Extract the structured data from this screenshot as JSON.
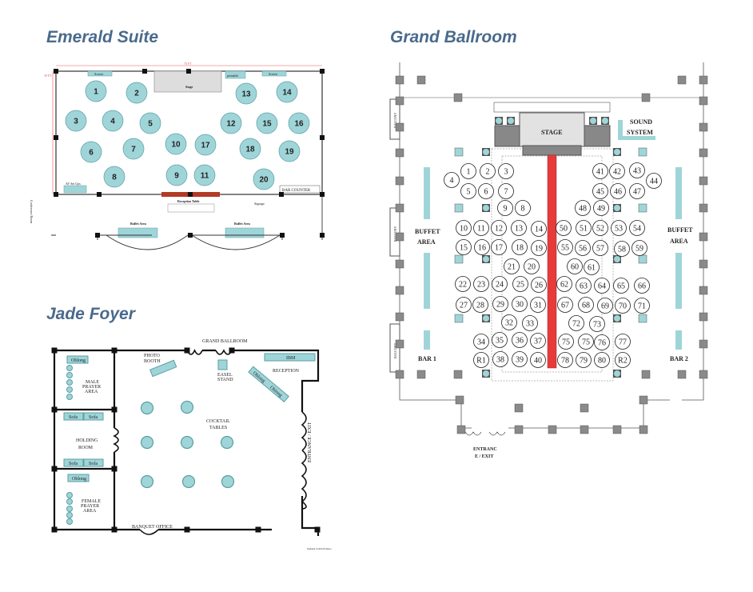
{
  "emerald": {
    "title": "Emerald Suite",
    "tables": [
      "1",
      "2",
      "3",
      "4",
      "5",
      "6",
      "7",
      "8",
      "9",
      "10",
      "11",
      "12",
      "13",
      "14",
      "15",
      "16",
      "17",
      "18",
      "19",
      "20"
    ],
    "labels": {
      "screen_left": "Screen",
      "screen_right": "Screen",
      "stage": "Stage",
      "printable": "printable",
      "av": "AV Set Ups",
      "bar": "BAR COUNTER",
      "reception": "Reception Table",
      "signage": "Signage",
      "buffet1": "Buffet Area",
      "buffet2": "Buffet Area",
      "conference": "Conference Room",
      "width_dim": "76 FT",
      "height_dim": "39 FT"
    }
  },
  "jade": {
    "title": "Jade Foyer",
    "labels": {
      "grand_ballroom": "GRAND BALLROOM",
      "photo_booth_1": "PHOTO",
      "photo_booth_2": "BOOTH",
      "easel_1": "EASEL",
      "easel_2": "STAND",
      "reception": "RECEPTION",
      "ibm": "IBM",
      "oblong": "Oblong",
      "male_1": "MALE",
      "male_2": "PRAYER",
      "male_3": "AREA",
      "holding_1": "HOLDING",
      "holding_2": "ROOM",
      "female_1": "FEMALE",
      "female_2": "PRAYER",
      "female_3": "AREA",
      "sofa": "Sofa",
      "cocktail_1": "COCKTAIL",
      "cocktail_2": "TABLES",
      "banquet": "BANQUET OFFICE",
      "entrance": "ENTRANCE / EXIT",
      "updated": "Updated 12/2014 E.Khoo"
    }
  },
  "grand": {
    "title": "Grand Ballroom",
    "labels": {
      "stage": "STAGE",
      "sound_1": "SOUND",
      "sound_2": "SYSTEM",
      "buffet_1": "BUFFET",
      "buffet_2": "AREA",
      "bar1": "BAR 1",
      "bar2": "BAR 2",
      "balcony": "BALCONY",
      "entrance_1": "ENTRANC",
      "entrance_2": "E / EXIT"
    },
    "tables": [
      "1",
      "2",
      "3",
      "4",
      "5",
      "6",
      "7",
      "9",
      "8",
      "10",
      "11",
      "12",
      "13",
      "14",
      "15",
      "16",
      "17",
      "18",
      "19",
      "41",
      "42",
      "43",
      "44",
      "45",
      "46",
      "47",
      "48",
      "49",
      "50",
      "51",
      "52",
      "53",
      "54",
      "55",
      "56",
      "57",
      "58",
      "59",
      "21",
      "20",
      "60",
      "61",
      "22",
      "23",
      "24",
      "25",
      "26",
      "62",
      "63",
      "64",
      "65",
      "66",
      "27",
      "28",
      "29",
      "30",
      "31",
      "67",
      "68",
      "69",
      "70",
      "71",
      "32",
      "33",
      "72",
      "73",
      "34",
      "35",
      "36",
      "37",
      "75",
      "75",
      "76",
      "77",
      "R1",
      "38",
      "39",
      "40",
      "78",
      "79",
      "80",
      "R2"
    ]
  },
  "colors": {
    "table": "#9fd5d8",
    "table_stroke": "#5a9ea3",
    "runner": "#e63b3b",
    "pillar": "#8a8a8a",
    "accent_title": "#4a6a8c"
  }
}
